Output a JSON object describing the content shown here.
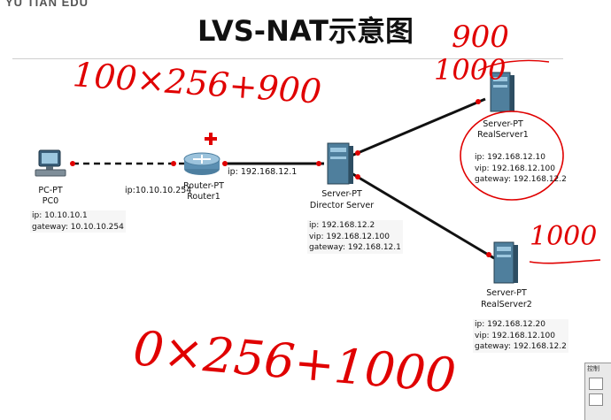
{
  "brand": "YU TIAN EDU",
  "title": "LVS-NAT示意图",
  "nodes": {
    "pc0": {
      "type": "PC-PT",
      "name": "PC0",
      "ip": "ip: 10.10.10.1",
      "gateway": "gateway: 10.10.10.254"
    },
    "router1": {
      "type": "Router-PT",
      "name": "Router1",
      "left_ip": "ip:10.10.10.254",
      "right_ip": "ip: 192.168.12.1"
    },
    "director": {
      "type": "Server-PT",
      "name": "Director Server",
      "ip": "ip: 192.168.12.2",
      "vip": "vip: 192.168.12.100",
      "gateway": "gateway: 192.168.12.1"
    },
    "realserver1": {
      "type": "Server-PT",
      "name": "RealServer1",
      "ip": "ip: 192.168.12.10",
      "vip": "vip: 192.168.12.100",
      "gateway": "gateway: 192.168.12.2"
    },
    "realserver2": {
      "type": "Server-PT",
      "name": "RealServer2",
      "ip": "ip: 192.168.12.20",
      "vip": "vip: 192.168.12.100",
      "gateway": "gateway: 192.168.12.2"
    }
  },
  "annotations": {
    "top_left": "100×256+900",
    "top_right_a": "900",
    "top_right_b": "1000",
    "right_mid": "1000",
    "bottom": "0×256+1000"
  },
  "side_panel": {
    "title": "控制"
  },
  "colors": {
    "handwriting": "#e00000",
    "link": "#111111",
    "port": "#e00000"
  }
}
